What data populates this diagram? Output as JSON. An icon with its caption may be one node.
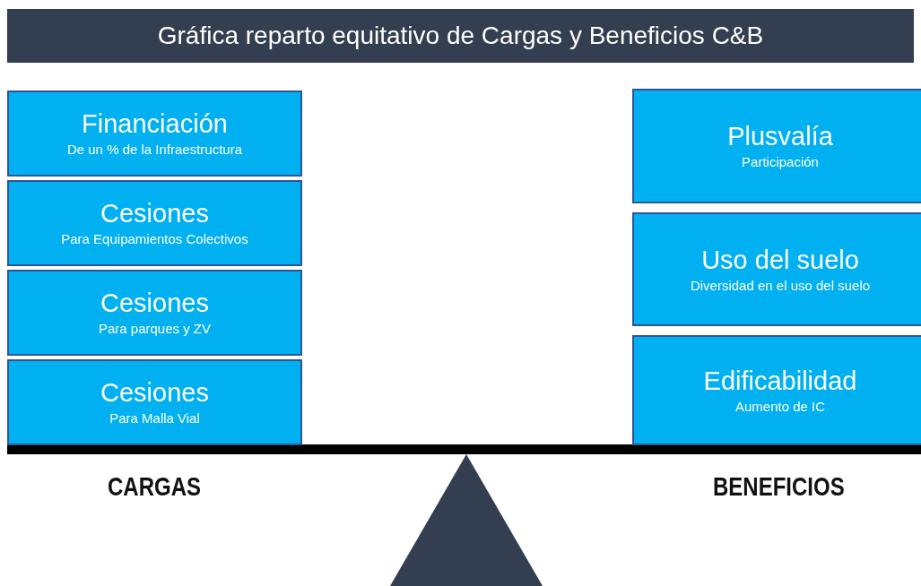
{
  "diagram": {
    "title": "Gráfica reparto equitativo de Cargas y Beneficios C&B",
    "nodes": [
      {
        "text": [
          "Financiación",
          "De un % de la Infraestructura"
        ]
      },
      {
        "text": [
          "Cesiones",
          "Para Equipamientos Colectivos"
        ]
      },
      {
        "text": [
          "Cesiones",
          "Para parques y ZV"
        ]
      },
      {
        "text": [
          "Cesiones",
          "Para Malla Vial"
        ]
      },
      {
        "text": [
          "Plusvalía",
          "Participación"
        ]
      },
      {
        "text": [
          "Uso del suelo",
          "Diversidad en el uso del suelo"
        ]
      },
      {
        "text": [
          "Edificabilidad",
          "Aumento de IC"
        ]
      }
    ],
    "labels": [
      "CARGAS",
      "BENEFICIOS"
    ]
  }
}
